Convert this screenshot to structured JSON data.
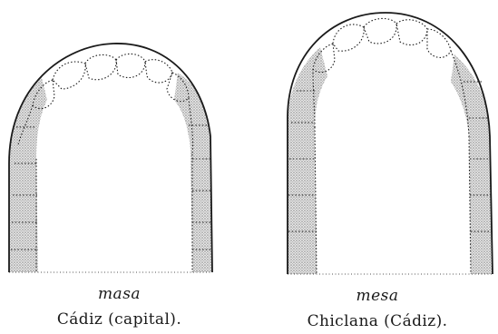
{
  "figures": [
    {
      "word": "masa",
      "place": "Cádiz (capital)."
    },
    {
      "word": "mesa",
      "place": "Chiclana (Cádiz)."
    }
  ],
  "colors": {
    "outline": "#1a1a1a",
    "contact_shading": "#bdbdbd",
    "background": "#ffffff"
  }
}
